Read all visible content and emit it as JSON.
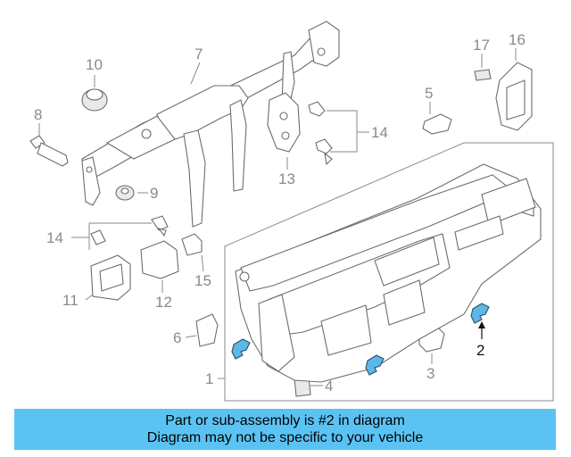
{
  "callouts": {
    "c1": "1",
    "c2": "2",
    "c3": "3",
    "c4": "4",
    "c5": "5",
    "c6": "6",
    "c7": "7",
    "c8": "8",
    "c9": "9",
    "c10": "10",
    "c11": "11",
    "c12": "12",
    "c13": "13",
    "c14a": "14",
    "c14b": "14",
    "c15": "15",
    "c16": "16",
    "c17": "17"
  },
  "highlight_color": "#5bb8e8",
  "banner": {
    "color": "#5bc3f4",
    "line1": "Part or sub-assembly is #2 in diagram",
    "line2": "Diagram may not be specific to your vehicle"
  }
}
